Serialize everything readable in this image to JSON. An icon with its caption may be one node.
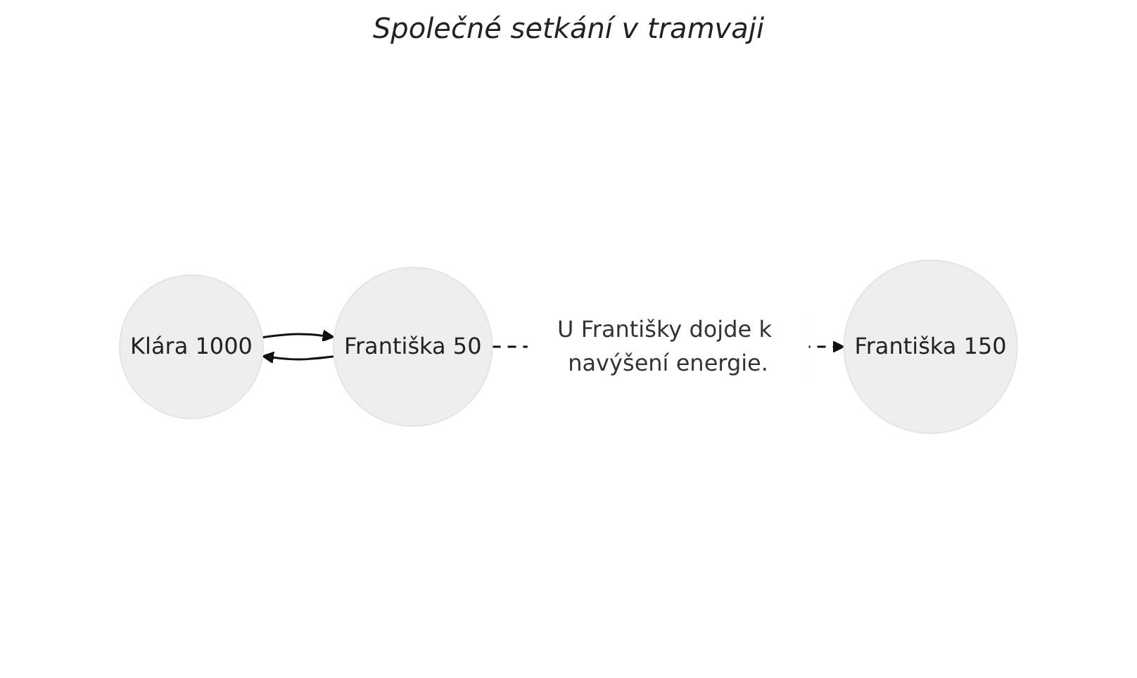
{
  "diagram": {
    "nodes": [
      {
        "text": [
          "Klára 1000"
        ]
      },
      {
        "text": [
          "Františka 50"
        ]
      },
      {
        "text": [
          "Františka 150"
        ]
      }
    ],
    "edges": [
      {
        "from": 0,
        "to": 1,
        "arrow": "to"
      },
      {
        "from": 1,
        "to": 0,
        "arrow": "to"
      },
      {
        "from": 1,
        "to": 2,
        "arrow": "to",
        "style": "dashed",
        "label": "U Františky dojde k navýšení energie."
      }
    ],
    "labels": [
      "Společné setkání v tramvaji"
    ]
  }
}
